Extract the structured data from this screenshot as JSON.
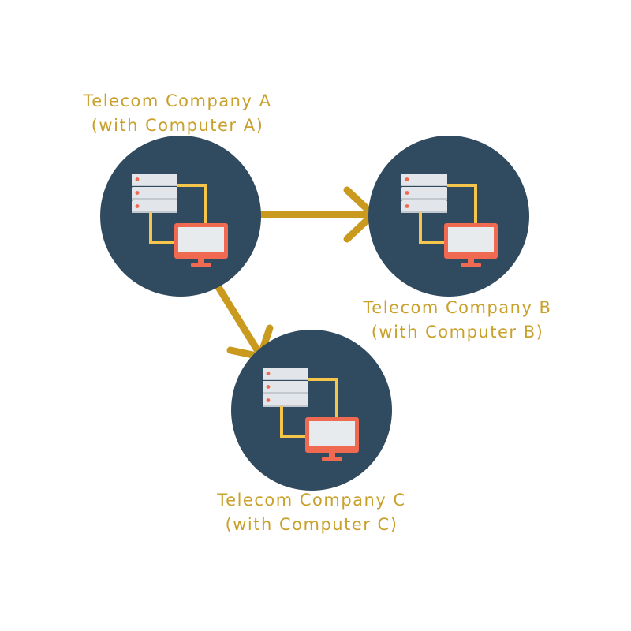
{
  "diagram": {
    "nodes": [
      {
        "id": "a",
        "title": "Telecom Company A",
        "subtitle": "(with Computer A)",
        "icon": "server-computer-icon"
      },
      {
        "id": "b",
        "title": "Telecom Company B",
        "subtitle": "(with Computer B)",
        "icon": "server-computer-icon"
      },
      {
        "id": "c",
        "title": "Telecom Company C",
        "subtitle": "(with Computer C)",
        "icon": "server-computer-icon"
      }
    ],
    "edges": [
      {
        "from": "a",
        "to": "b"
      },
      {
        "from": "a",
        "to": "c"
      }
    ],
    "colors": {
      "circle": "#304a5f",
      "server": "#e2e5ea",
      "server_stripe": "#c3c8cf",
      "server_led": "#f06a52",
      "cable": "#f6c64c",
      "monitor": "#f06a52",
      "screen": "#e8ebee",
      "arrow": "#c99a1e",
      "label": "#c9a02a"
    }
  }
}
